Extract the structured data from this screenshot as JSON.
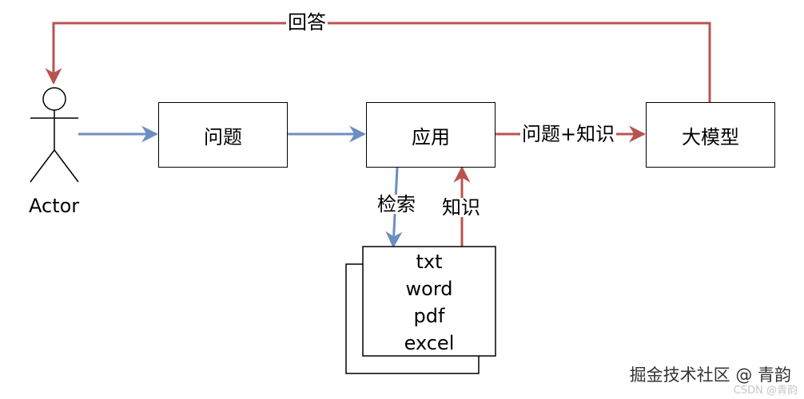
{
  "nodes": {
    "actor": {
      "label": "Actor"
    },
    "question": {
      "label": "问题"
    },
    "app": {
      "label": "应用"
    },
    "llm": {
      "label": "大模型"
    },
    "docs": {
      "lines": [
        "txt",
        "word",
        "pdf",
        "excel"
      ]
    }
  },
  "edges": {
    "answer": "回答",
    "question_knowledge": "问题+知识",
    "retrieve": "检索",
    "knowledge": "知识"
  },
  "watermark": "掘金技术社区 @ 青韵",
  "csdn_watermark": "CSDN @青韵",
  "colors": {
    "blue": "#6c8ebf",
    "red": "#b85450",
    "stroke": "#000000"
  }
}
